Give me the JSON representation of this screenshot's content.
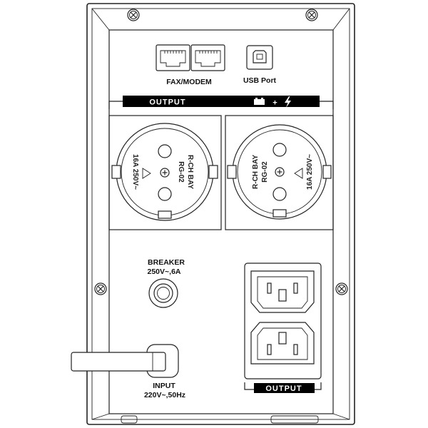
{
  "panel": {
    "fax_modem_label": "FAX/MODEM",
    "usb_label": "USB Port",
    "output_top": {
      "label": "OUTPUT",
      "plus": "+",
      "icons": [
        "battery-icon",
        "plus-icon",
        "lightning-icon"
      ]
    },
    "sockets": [
      {
        "rating": "16A 250V~",
        "maker": "R-CH BAY",
        "model": "RG-02"
      },
      {
        "rating": "16A 250V~",
        "maker": "R-CH BAY",
        "model": "RG-02"
      }
    ],
    "breaker": {
      "title": "BREAKER",
      "rating": "250V~,6A"
    },
    "output_bottom": {
      "label": "OUTPUT"
    },
    "input": {
      "title": "INPUT",
      "rating": "220V~,50Hz"
    },
    "icons": [
      "screw-icon",
      "rj11-port-icon",
      "usb-b-port-icon",
      "schuko-socket-icon",
      "iec-c13-outlet-icon",
      "iec-c14-inlet-icon",
      "power-cable-icon",
      "warning-triangle-icon"
    ]
  },
  "colors": {
    "line": "#222222",
    "fill": "#ffffff",
    "label_bar": "#000000"
  }
}
